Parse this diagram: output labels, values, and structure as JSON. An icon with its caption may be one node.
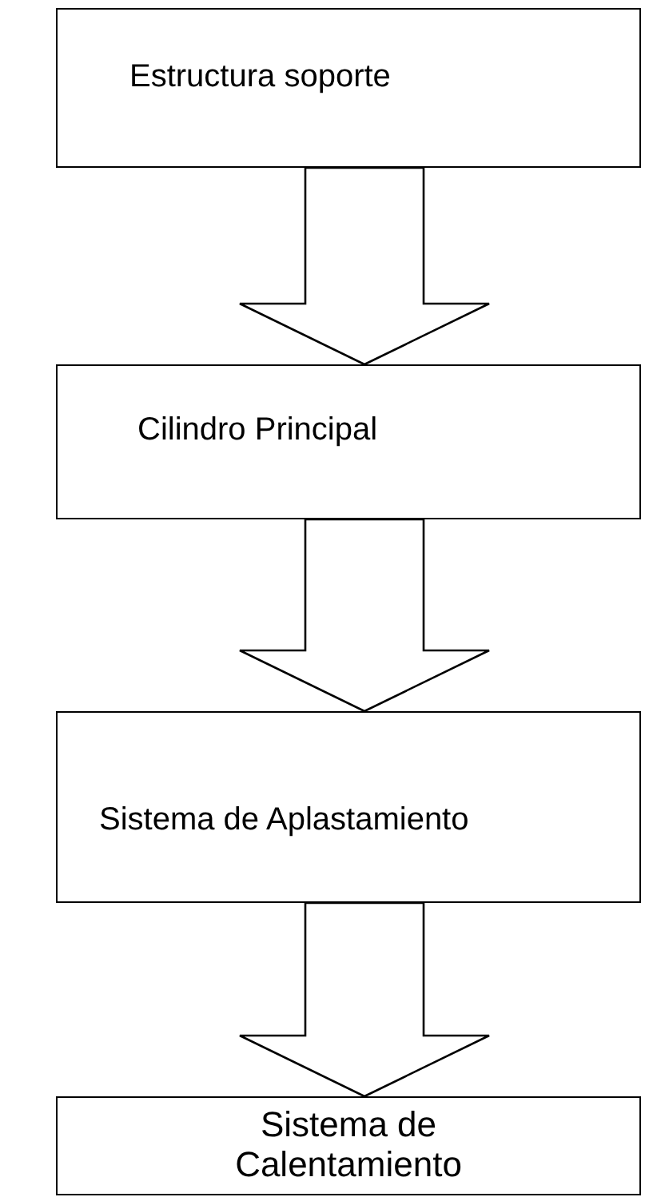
{
  "diagram": {
    "nodes": [
      {
        "text": [
          "Estructura soporte"
        ]
      },
      {
        "text": [
          "Cilindro Principal"
        ]
      },
      {
        "text": [
          "Sistema de Aplastamiento"
        ]
      },
      {
        "text": [
          "Sistema de Calentamiento"
        ]
      }
    ],
    "edges": [
      {
        "from": 0,
        "to": 1,
        "arrow": "to"
      },
      {
        "from": 1,
        "to": 2,
        "arrow": "to"
      },
      {
        "from": 2,
        "to": 3,
        "arrow": "to"
      }
    ]
  }
}
